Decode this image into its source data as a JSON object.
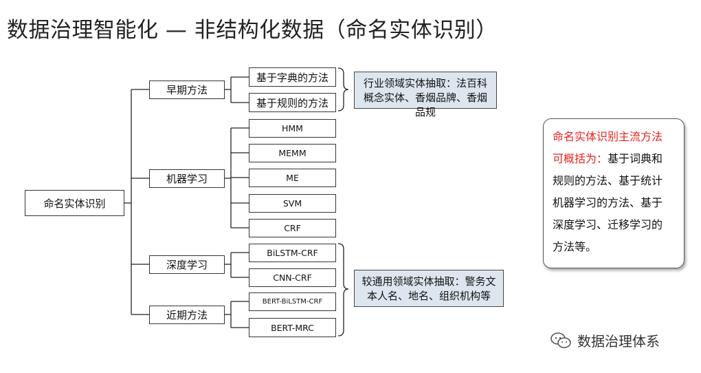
{
  "title": "数据治理智能化 — 非结构化数据（命名实体识别）",
  "root": "命名实体识别",
  "branches": {
    "early": "早期方法",
    "ml": "机器学习",
    "dl": "深度学习",
    "recent": "近期方法"
  },
  "methods": {
    "dict": "基于字典的方法",
    "rule": "基于规则的方法",
    "hmm": "HMM",
    "memm": "MEMM",
    "me": "ME",
    "svm": "SVM",
    "crf": "CRF",
    "bilstm_crf": "BiLSTM-CRF",
    "cnn_crf": "CNN-CRF",
    "bert_bilstm_crf": "BERT-BiLSTM-CRF",
    "bert_mrc": "BERT-MRC"
  },
  "notes": {
    "domain_extraction": "行业领域实体抽取：法百科概念实体、香烟品牌、香烟品规",
    "general_extraction": "较通用领域实体抽取：警务文本人名、地名、组织机构等"
  },
  "callout": {
    "red_part": "命名实体识别主流方法　可概括为：",
    "black_part": "基于词典和　规则的方法、基于统计　机器学习的方法、基于　深度学习、迁移学习的 方法等。"
  },
  "watermark": "数据治理体系",
  "colors": {
    "note_fill": "#dde6ef",
    "highlight_red": "#e8231f"
  }
}
